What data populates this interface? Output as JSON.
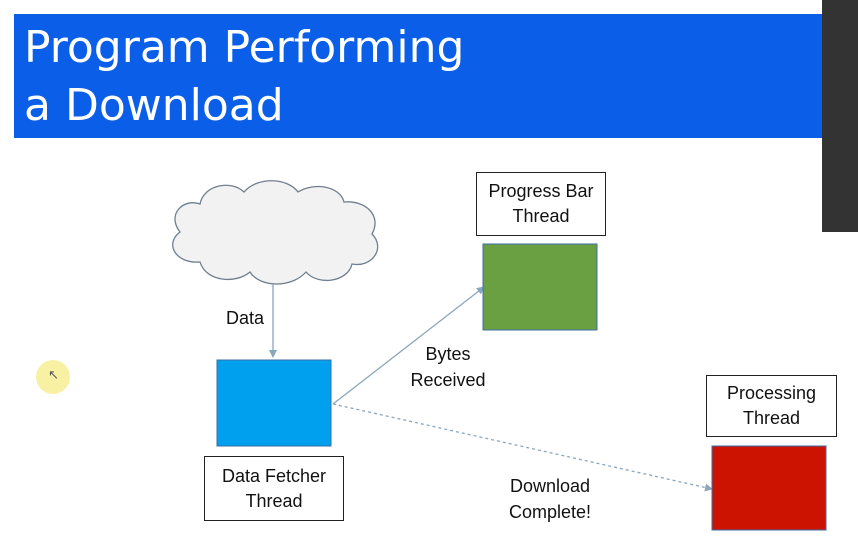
{
  "title": {
    "line1": "Program Performing",
    "line2": "a Download"
  },
  "colors": {
    "title_bar": "#0a5ee8",
    "data_fetcher": "#00a0ee",
    "progress_bar": "#6aa042",
    "processing": "#cc1200",
    "arrow": "#8aa6bd"
  },
  "nodes": {
    "data_fetcher": {
      "line1": "Data Fetcher",
      "line2": "Thread"
    },
    "progress_bar": {
      "line1": "Progress Bar",
      "line2": "Thread"
    },
    "processing": {
      "line1": "Processing",
      "line2": "Thread"
    }
  },
  "edges": {
    "data": "Data",
    "bytes_received": {
      "line1": "Bytes",
      "line2": "Received"
    },
    "download_complete": {
      "line1": "Download",
      "line2": "Complete!"
    }
  },
  "icons": {
    "cloud": "cloud-icon",
    "cursor": "mouse-cursor-icon"
  }
}
